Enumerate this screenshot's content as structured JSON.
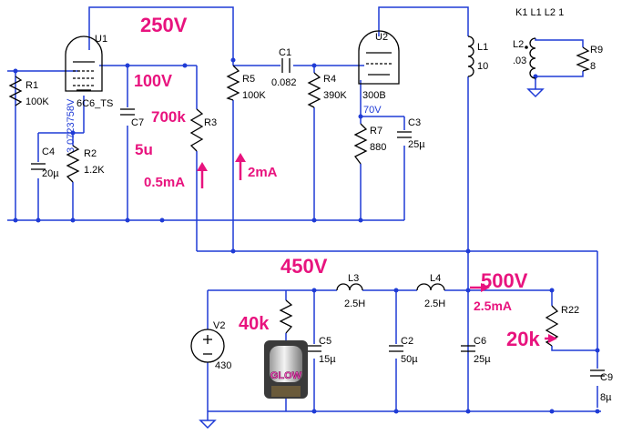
{
  "directive": "K1 L1 L2 1",
  "tubes": {
    "u1": {
      "ref": "U1",
      "model": "6C6_TS",
      "note": "3.0723758V"
    },
    "u2": {
      "ref": "U2",
      "model": "300B",
      "cathode_voltage": "70V"
    }
  },
  "components": {
    "r1": {
      "ref": "R1",
      "value": "100K"
    },
    "r2": {
      "ref": "R2",
      "value": "1.2K"
    },
    "r3": {
      "ref": "R3",
      "value": ""
    },
    "r4": {
      "ref": "R4",
      "value": "390K"
    },
    "r5": {
      "ref": "R5",
      "value": "100K"
    },
    "r7": {
      "ref": "R7",
      "value": "880"
    },
    "r9": {
      "ref": "R9",
      "value": "8"
    },
    "r22": {
      "ref": "R22",
      "value": ""
    },
    "c1": {
      "ref": "C1",
      "value": "0.082"
    },
    "c2": {
      "ref": "C2",
      "value": "50µ"
    },
    "c3": {
      "ref": "C3",
      "value": "25µ"
    },
    "c4": {
      "ref": "C4",
      "value": "20µ"
    },
    "c5": {
      "ref": "C5",
      "value": "15µ"
    },
    "c6": {
      "ref": "C6",
      "value": "25µ"
    },
    "c7": {
      "ref": "C7",
      "value": ""
    },
    "c9": {
      "ref": "C9",
      "value": "8µ"
    },
    "l1": {
      "ref": "L1",
      "value": "10"
    },
    "l2": {
      "ref": "L2",
      "value": ".03"
    },
    "l3": {
      "ref": "L3",
      "value": "2.5H"
    },
    "l4": {
      "ref": "L4",
      "value": "2.5H"
    },
    "v2": {
      "ref": "V2",
      "value": "430"
    }
  },
  "annotations": {
    "v250": "250V",
    "v100": "100V",
    "r700k": "700k",
    "c5u": "5u",
    "i05": "0.5mA",
    "i2": "2mA",
    "v450": "450V",
    "v500": "500V",
    "i25": "2.5mA",
    "r20k": "20k",
    "r40k": "40k",
    "glow": "GLOW"
  },
  "colors": {
    "wire": "#1f3bd6",
    "annotation": "#e8137e",
    "component": "#000000"
  }
}
